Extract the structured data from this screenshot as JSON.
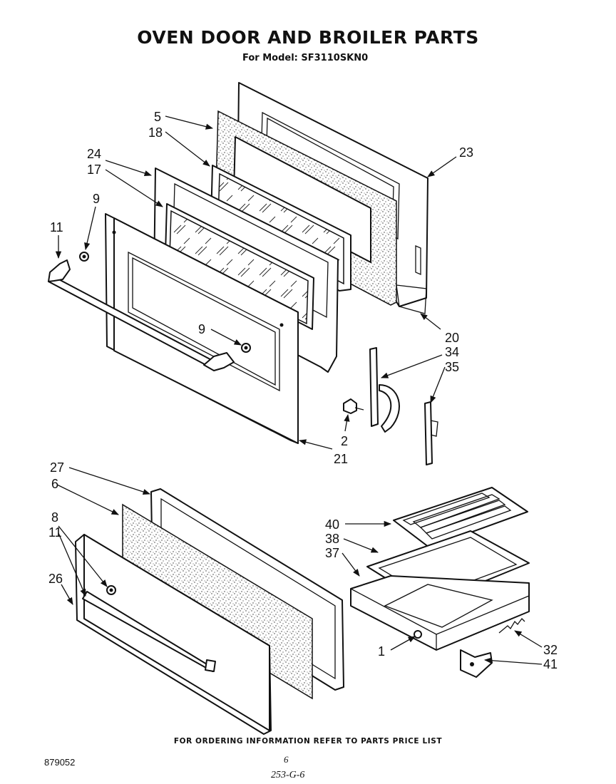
{
  "header": {
    "title": "OVEN DOOR AND BROILER PARTS",
    "subtitle": "For Model: SF3110SKN0"
  },
  "callouts": [
    "5",
    "18",
    "23",
    "24",
    "17",
    "9",
    "11",
    "9",
    "20",
    "34",
    "35",
    "2",
    "21",
    "27",
    "6",
    "8",
    "11",
    "26",
    "40",
    "38",
    "37",
    "1",
    "32",
    "41"
  ],
  "footer": {
    "ordering_note": "FOR ORDERING INFORMATION REFER TO PARTS PRICE LIST",
    "doc_number": "879052",
    "page_mark": "6",
    "hand_code": "253-G-6"
  },
  "colors": {
    "ink": "#111111",
    "paper": "#ffffff"
  }
}
